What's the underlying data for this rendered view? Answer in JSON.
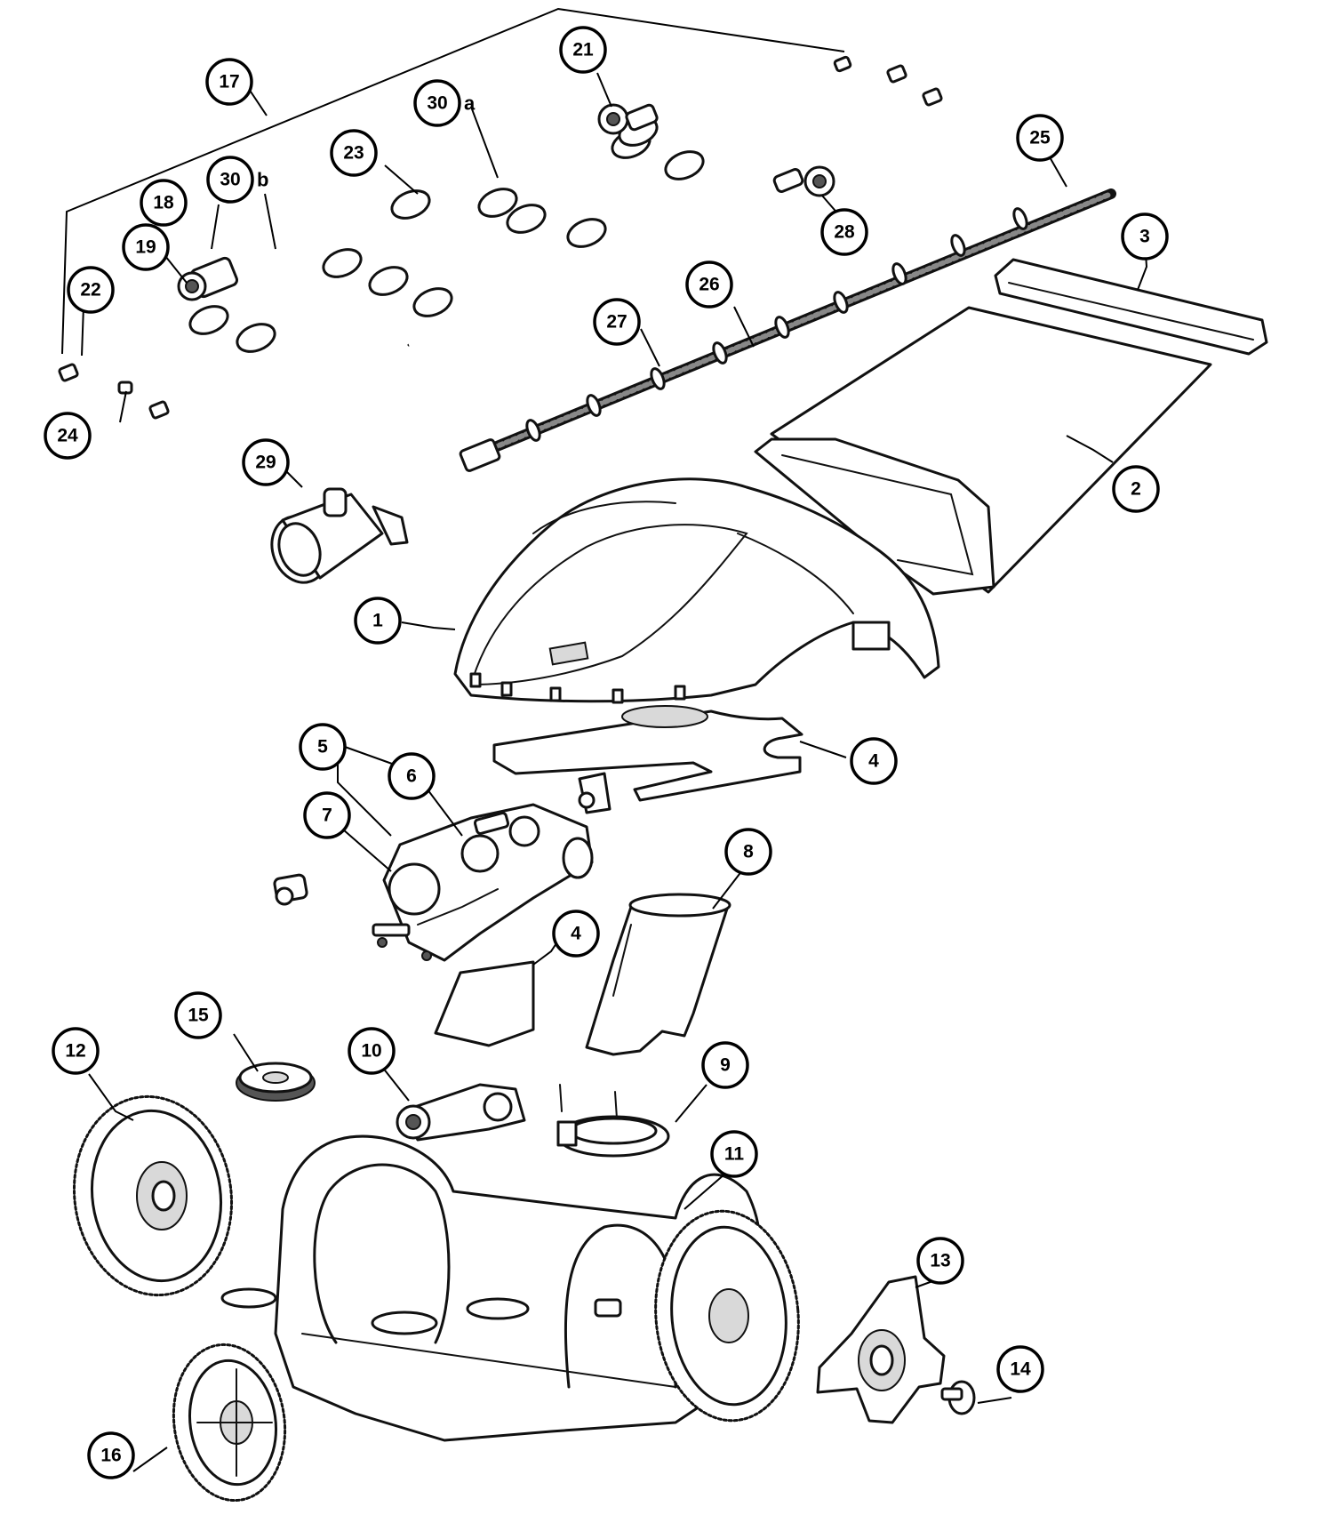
{
  "colors": {
    "line": "#111111",
    "fill": "#ffffff",
    "shade": "#d9d9d9"
  },
  "callouts": [
    {
      "id": "c1",
      "label": "1"
    },
    {
      "id": "c2",
      "label": "2"
    },
    {
      "id": "c3",
      "label": "3"
    },
    {
      "id": "c4a",
      "label": "4"
    },
    {
      "id": "c4b",
      "label": "4"
    },
    {
      "id": "c5",
      "label": "5"
    },
    {
      "id": "c6",
      "label": "6"
    },
    {
      "id": "c7",
      "label": "7"
    },
    {
      "id": "c8",
      "label": "8"
    },
    {
      "id": "c9",
      "label": "9"
    },
    {
      "id": "c10",
      "label": "10"
    },
    {
      "id": "c11",
      "label": "11"
    },
    {
      "id": "c12",
      "label": "12"
    },
    {
      "id": "c13",
      "label": "13"
    },
    {
      "id": "c14",
      "label": "14"
    },
    {
      "id": "c15",
      "label": "15"
    },
    {
      "id": "c16",
      "label": "16"
    },
    {
      "id": "c17",
      "label": "17"
    },
    {
      "id": "c18",
      "label": "18"
    },
    {
      "id": "c19",
      "label": "19"
    },
    {
      "id": "c21",
      "label": "21"
    },
    {
      "id": "c22",
      "label": "22"
    },
    {
      "id": "c23",
      "label": "23"
    },
    {
      "id": "c24",
      "label": "24"
    },
    {
      "id": "c25",
      "label": "25"
    },
    {
      "id": "c26",
      "label": "26"
    },
    {
      "id": "c27",
      "label": "27"
    },
    {
      "id": "c28",
      "label": "28"
    },
    {
      "id": "c29",
      "label": "29"
    },
    {
      "id": "c30a",
      "label": "30",
      "suffix": "a"
    },
    {
      "id": "c30b",
      "label": "30",
      "suffix": "b"
    }
  ]
}
